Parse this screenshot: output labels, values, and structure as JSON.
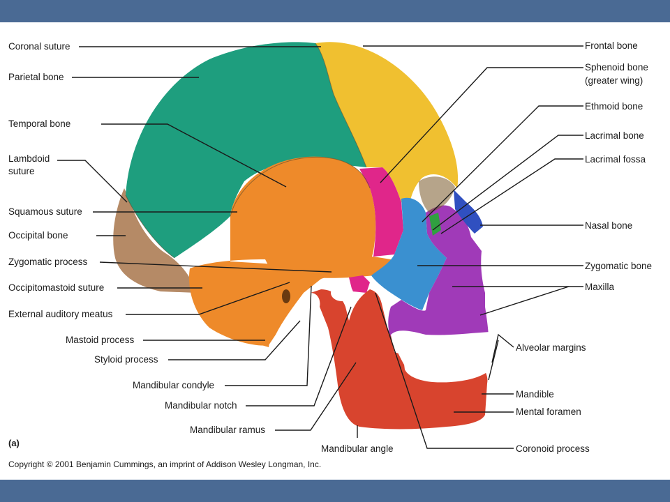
{
  "figure": {
    "panel_letter": "(a)",
    "copyright": "Copyright © 2001 Benjamin Cummings, an imprint of Addison Wesley Longman, Inc."
  },
  "labels": {
    "coronal_suture": "Coronal suture",
    "parietal_bone": "Parietal bone",
    "temporal_bone": "Temporal bone",
    "lambdoid_suture_1": "Lambdoid",
    "lambdoid_suture_2": "suture",
    "squamous_suture": "Squamous suture",
    "occipital_bone": "Occipital bone",
    "zygomatic_process": "Zygomatic process",
    "occipitomastoid_suture": "Occipitomastoid suture",
    "external_auditory_meatus": "External auditory meatus",
    "mastoid_process": "Mastoid process",
    "styloid_process": "Styloid process",
    "mandibular_condyle": "Mandibular condyle",
    "mandibular_notch": "Mandibular notch",
    "mandibular_ramus": "Mandibular ramus",
    "mandibular_angle": "Mandibular angle",
    "frontal_bone": "Frontal bone",
    "sphenoid_bone_1": "Sphenoid bone",
    "sphenoid_bone_2": "(greater wing)",
    "ethmoid_bone": "Ethmoid bone",
    "lacrimal_bone": "Lacrimal bone",
    "lacrimal_fossa": "Lacrimal fossa",
    "nasal_bone": "Nasal bone",
    "zygomatic_bone": "Zygomatic bone",
    "maxilla": "Maxilla",
    "alveolar_margins": "Alveolar margins",
    "mandible": "Mandible",
    "mental_foramen": "Mental foramen",
    "coronoid_process": "Coronoid process"
  },
  "colors": {
    "band": "#4a6a94",
    "parietal": "#1e9e7e",
    "frontal": "#f0c030",
    "temporal": "#ee8a2a",
    "occipital": "#b58a66",
    "sphenoid": "#e0268a",
    "zygomatic": "#3a90d0",
    "maxilla": "#a03ab8",
    "nasal": "#3050c0",
    "mandible": "#d8442e",
    "teeth": "#ffffff",
    "ethmoid": "#30a040"
  }
}
